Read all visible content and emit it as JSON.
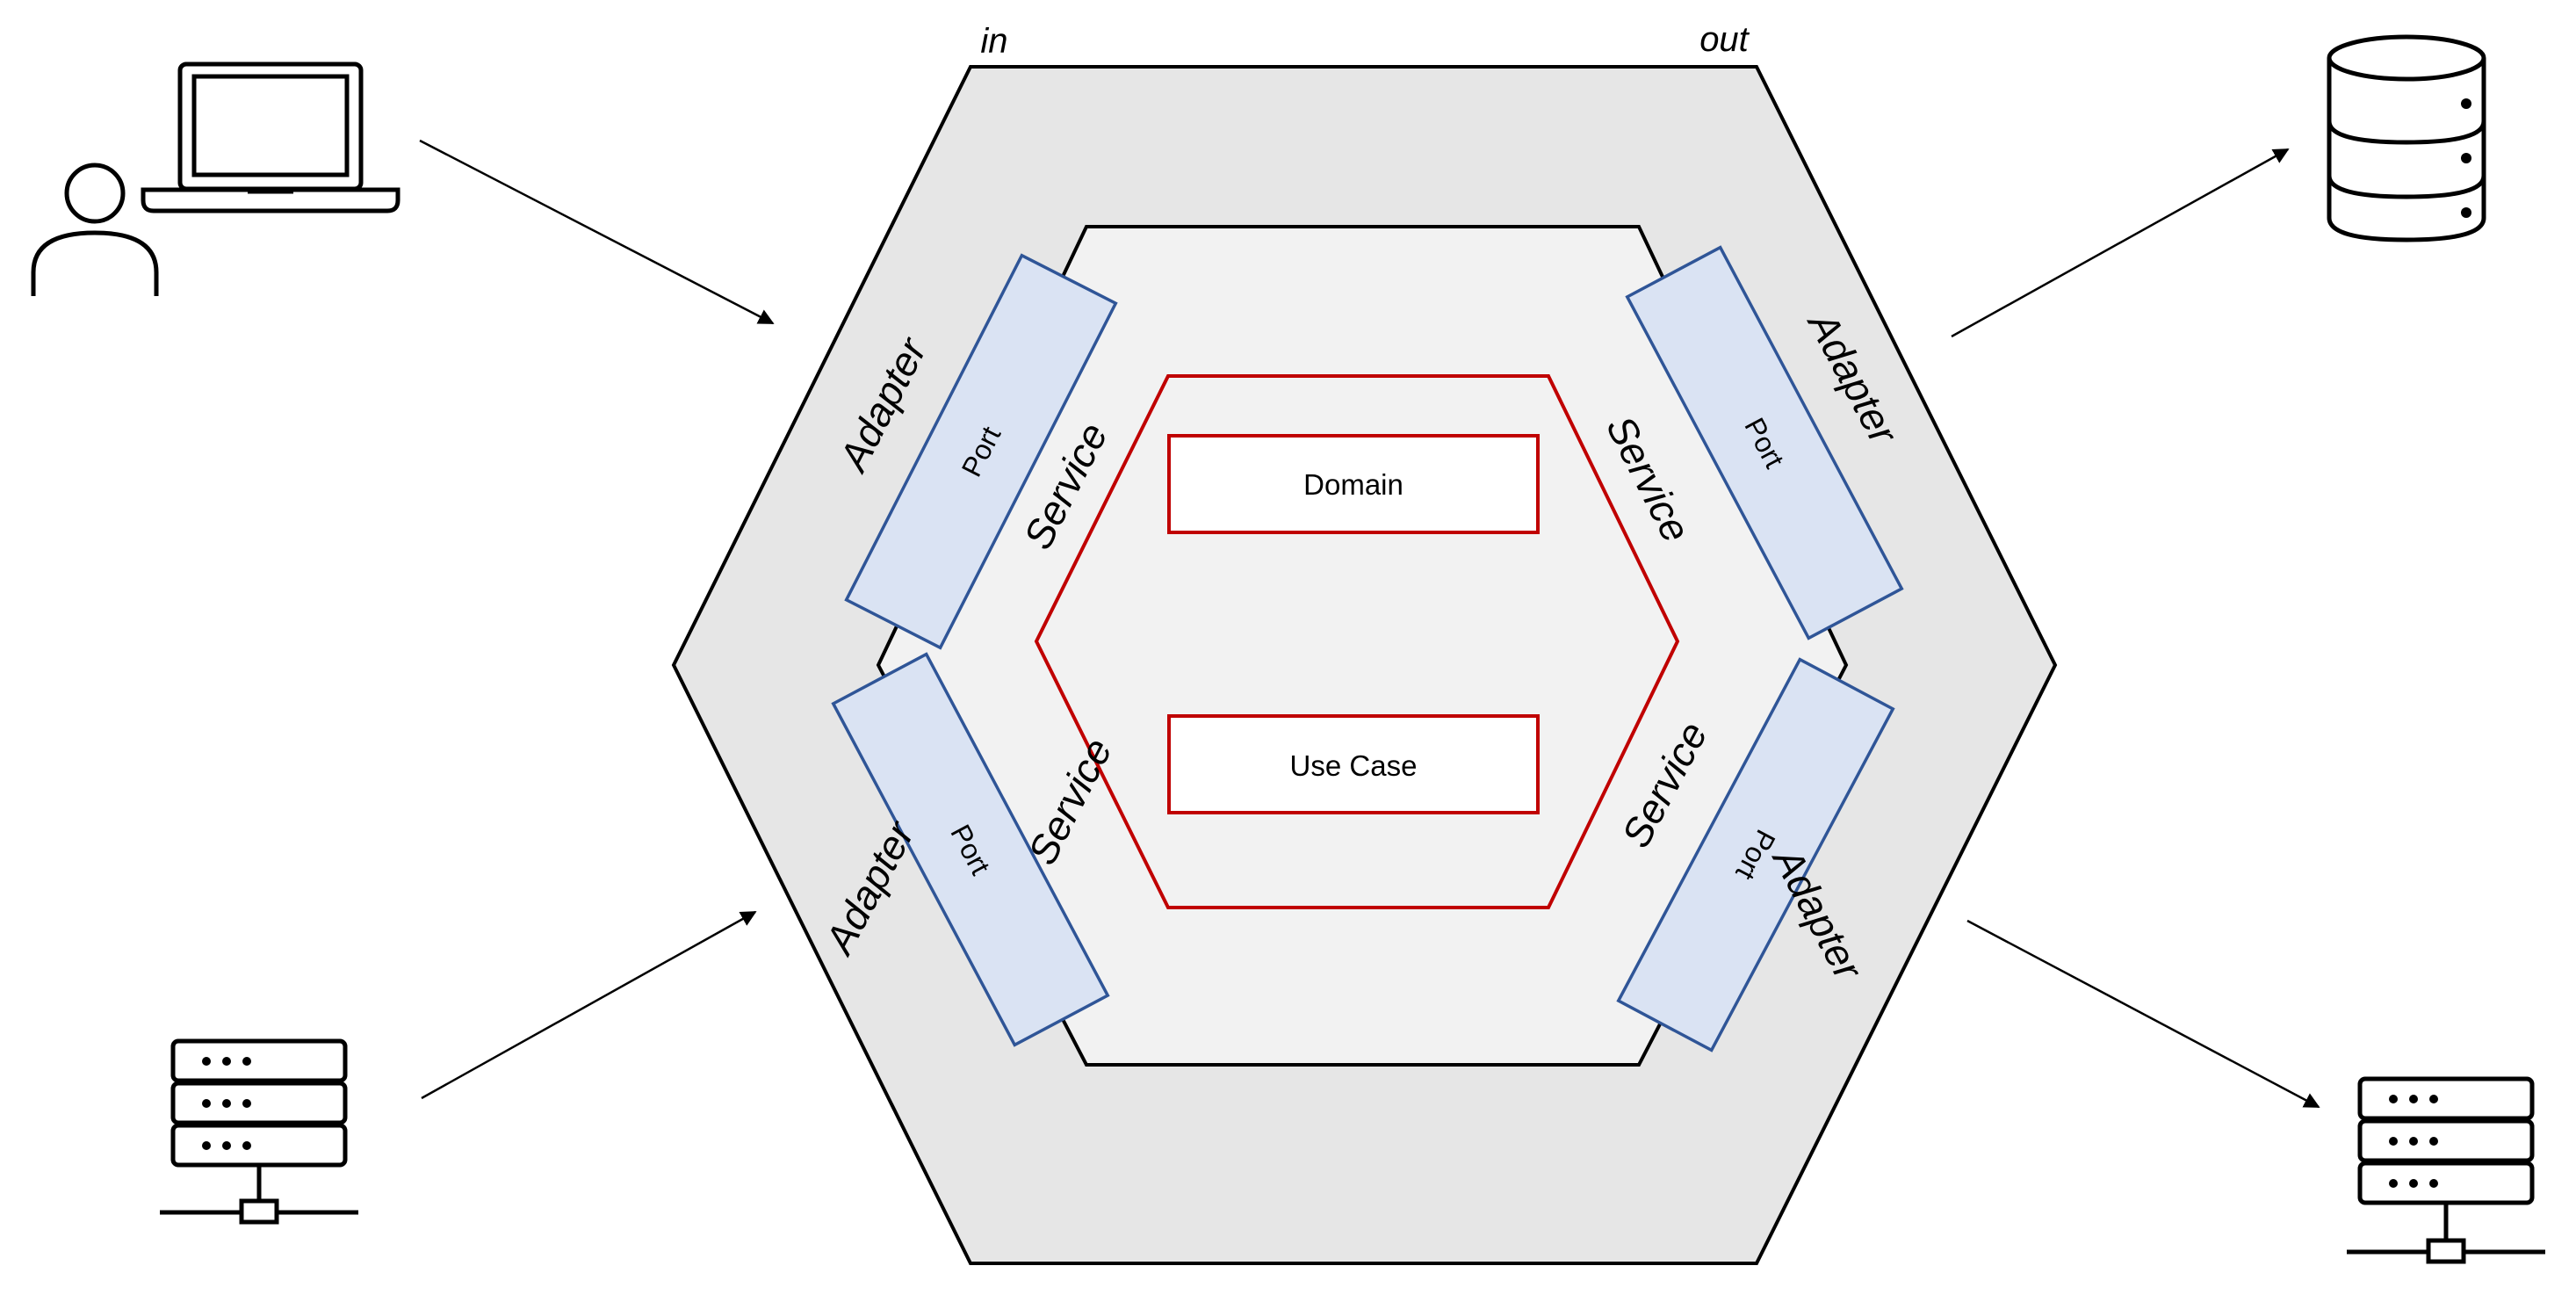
{
  "labels": {
    "in": "in",
    "out": "out",
    "domain": "Domain",
    "use_case": "Use Case"
  },
  "adapters": [
    {
      "id": "top-left",
      "label": "Adapter"
    },
    {
      "id": "top-right",
      "label": "Adapter"
    },
    {
      "id": "bottom-left",
      "label": "Adapter"
    },
    {
      "id": "bottom-right",
      "label": "Adapter"
    }
  ],
  "ports": [
    {
      "id": "top-left",
      "label": "Port"
    },
    {
      "id": "top-right",
      "label": "Port"
    },
    {
      "id": "bottom-left",
      "label": "Port"
    },
    {
      "id": "bottom-right",
      "label": "Port"
    }
  ],
  "services": [
    {
      "id": "top-left",
      "label": "Service"
    },
    {
      "id": "top-right",
      "label": "Service"
    },
    {
      "id": "bottom-left",
      "label": "Service"
    },
    {
      "id": "bottom-right",
      "label": "Service"
    }
  ],
  "icons": {
    "user_laptop": "user-laptop-icon",
    "server_input": "server-icon",
    "database": "database-icon",
    "server_output": "server-icon"
  },
  "colors": {
    "outer_fill": "#e6e6e6",
    "inner_fill": "#f2f2f2",
    "core_stroke": "#c00000",
    "port_fill": "#dae3f3",
    "port_stroke": "#2f5597",
    "line": "#000000"
  }
}
